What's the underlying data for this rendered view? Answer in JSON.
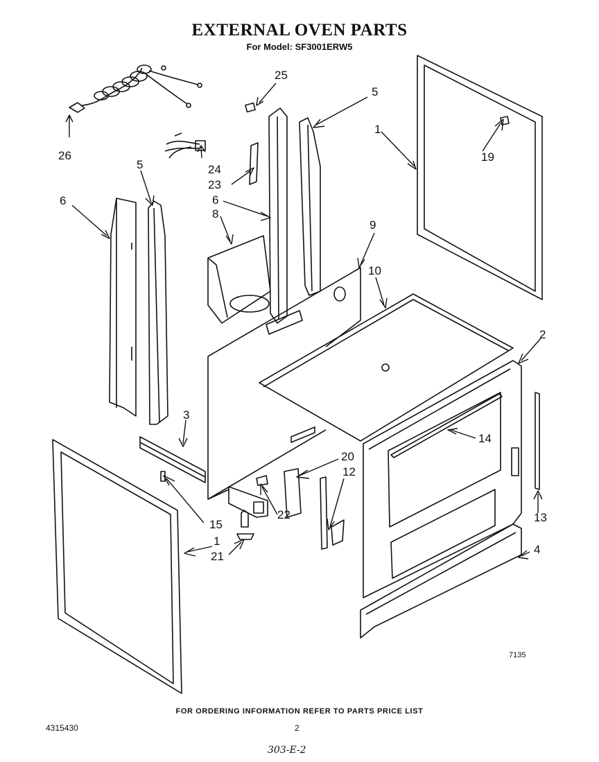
{
  "title": "EXTERNAL OVEN PARTS",
  "subtitle": "For Model: SF3001ERW5",
  "drawing_id": "7135",
  "footer_note": "FOR ORDERING INFORMATION REFER TO PARTS PRICE LIST",
  "document_number": "4315430",
  "page_number": "2",
  "handwritten_code": "303-E-2",
  "callouts": [
    "1",
    "1",
    "2",
    "3",
    "4",
    "5",
    "5",
    "6",
    "6",
    "8",
    "9",
    "10",
    "12",
    "13",
    "14",
    "15",
    "19",
    "20",
    "21",
    "22",
    "23",
    "24",
    "25",
    "26"
  ]
}
